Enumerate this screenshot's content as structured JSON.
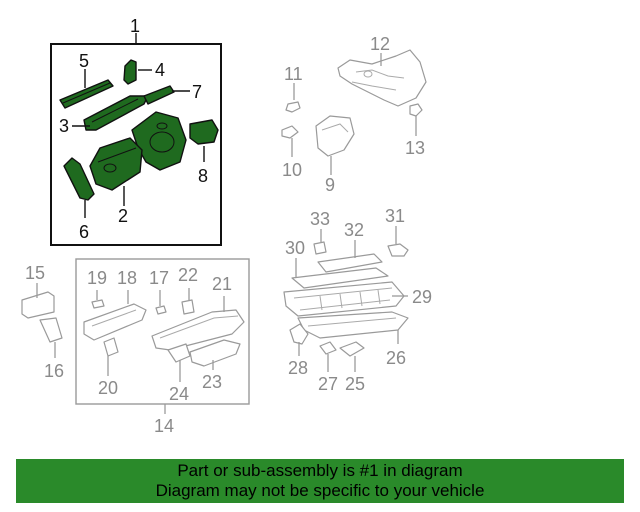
{
  "callouts": {
    "c1": "1",
    "c2": "2",
    "c3": "3",
    "c4": "4",
    "c5": "5",
    "c6": "6",
    "c7": "7",
    "c8": "8",
    "c9": "9",
    "c10": "10",
    "c11": "11",
    "c12": "12",
    "c13": "13",
    "c14": "14",
    "c15": "15",
    "c16": "16",
    "c17": "17",
    "c18": "18",
    "c19": "19",
    "c20": "20",
    "c21": "21",
    "c22": "22",
    "c23": "23",
    "c24": "24",
    "c25": "25",
    "c26": "26",
    "c27": "27",
    "c28": "28",
    "c29": "29",
    "c30": "30",
    "c31": "31",
    "c32": "32",
    "c33": "33"
  },
  "colors": {
    "highlight_part": "#1f6a1f",
    "banner_background": "#2a8a2a",
    "other_part_line": "#9a9a9a",
    "highlight_outline": "#111111"
  },
  "banner": {
    "line1": "Part or sub-assembly is #1 in diagram",
    "line2": "Diagram may not be specific to your vehicle"
  }
}
